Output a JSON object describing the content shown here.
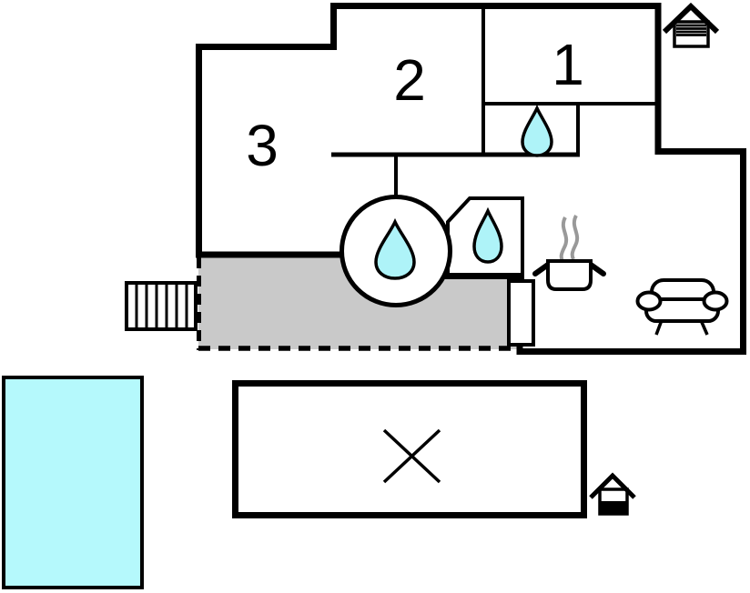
{
  "plan": {
    "kind": "floor-plan",
    "rooms": [
      {
        "id": "room-1",
        "label": "1"
      },
      {
        "id": "room-2",
        "label": "2"
      },
      {
        "id": "room-3",
        "label": "3"
      }
    ],
    "icons": [
      "water-drop-icon",
      "hot-tub-icon",
      "shower-drop-icon",
      "stove-icon",
      "steam-icon",
      "sofa-icon",
      "stairs-icon",
      "door-symbol",
      "upper-floor-house-icon",
      "ground-floor-house-icon",
      "annex-cross-icon",
      "pool-area"
    ],
    "colors": {
      "wall": "#000000",
      "water": "#aef3f8",
      "pool": "#b5f9fc",
      "terrace": "#c9c9c9",
      "steam": "#999999",
      "paper": "#ffffff"
    }
  }
}
